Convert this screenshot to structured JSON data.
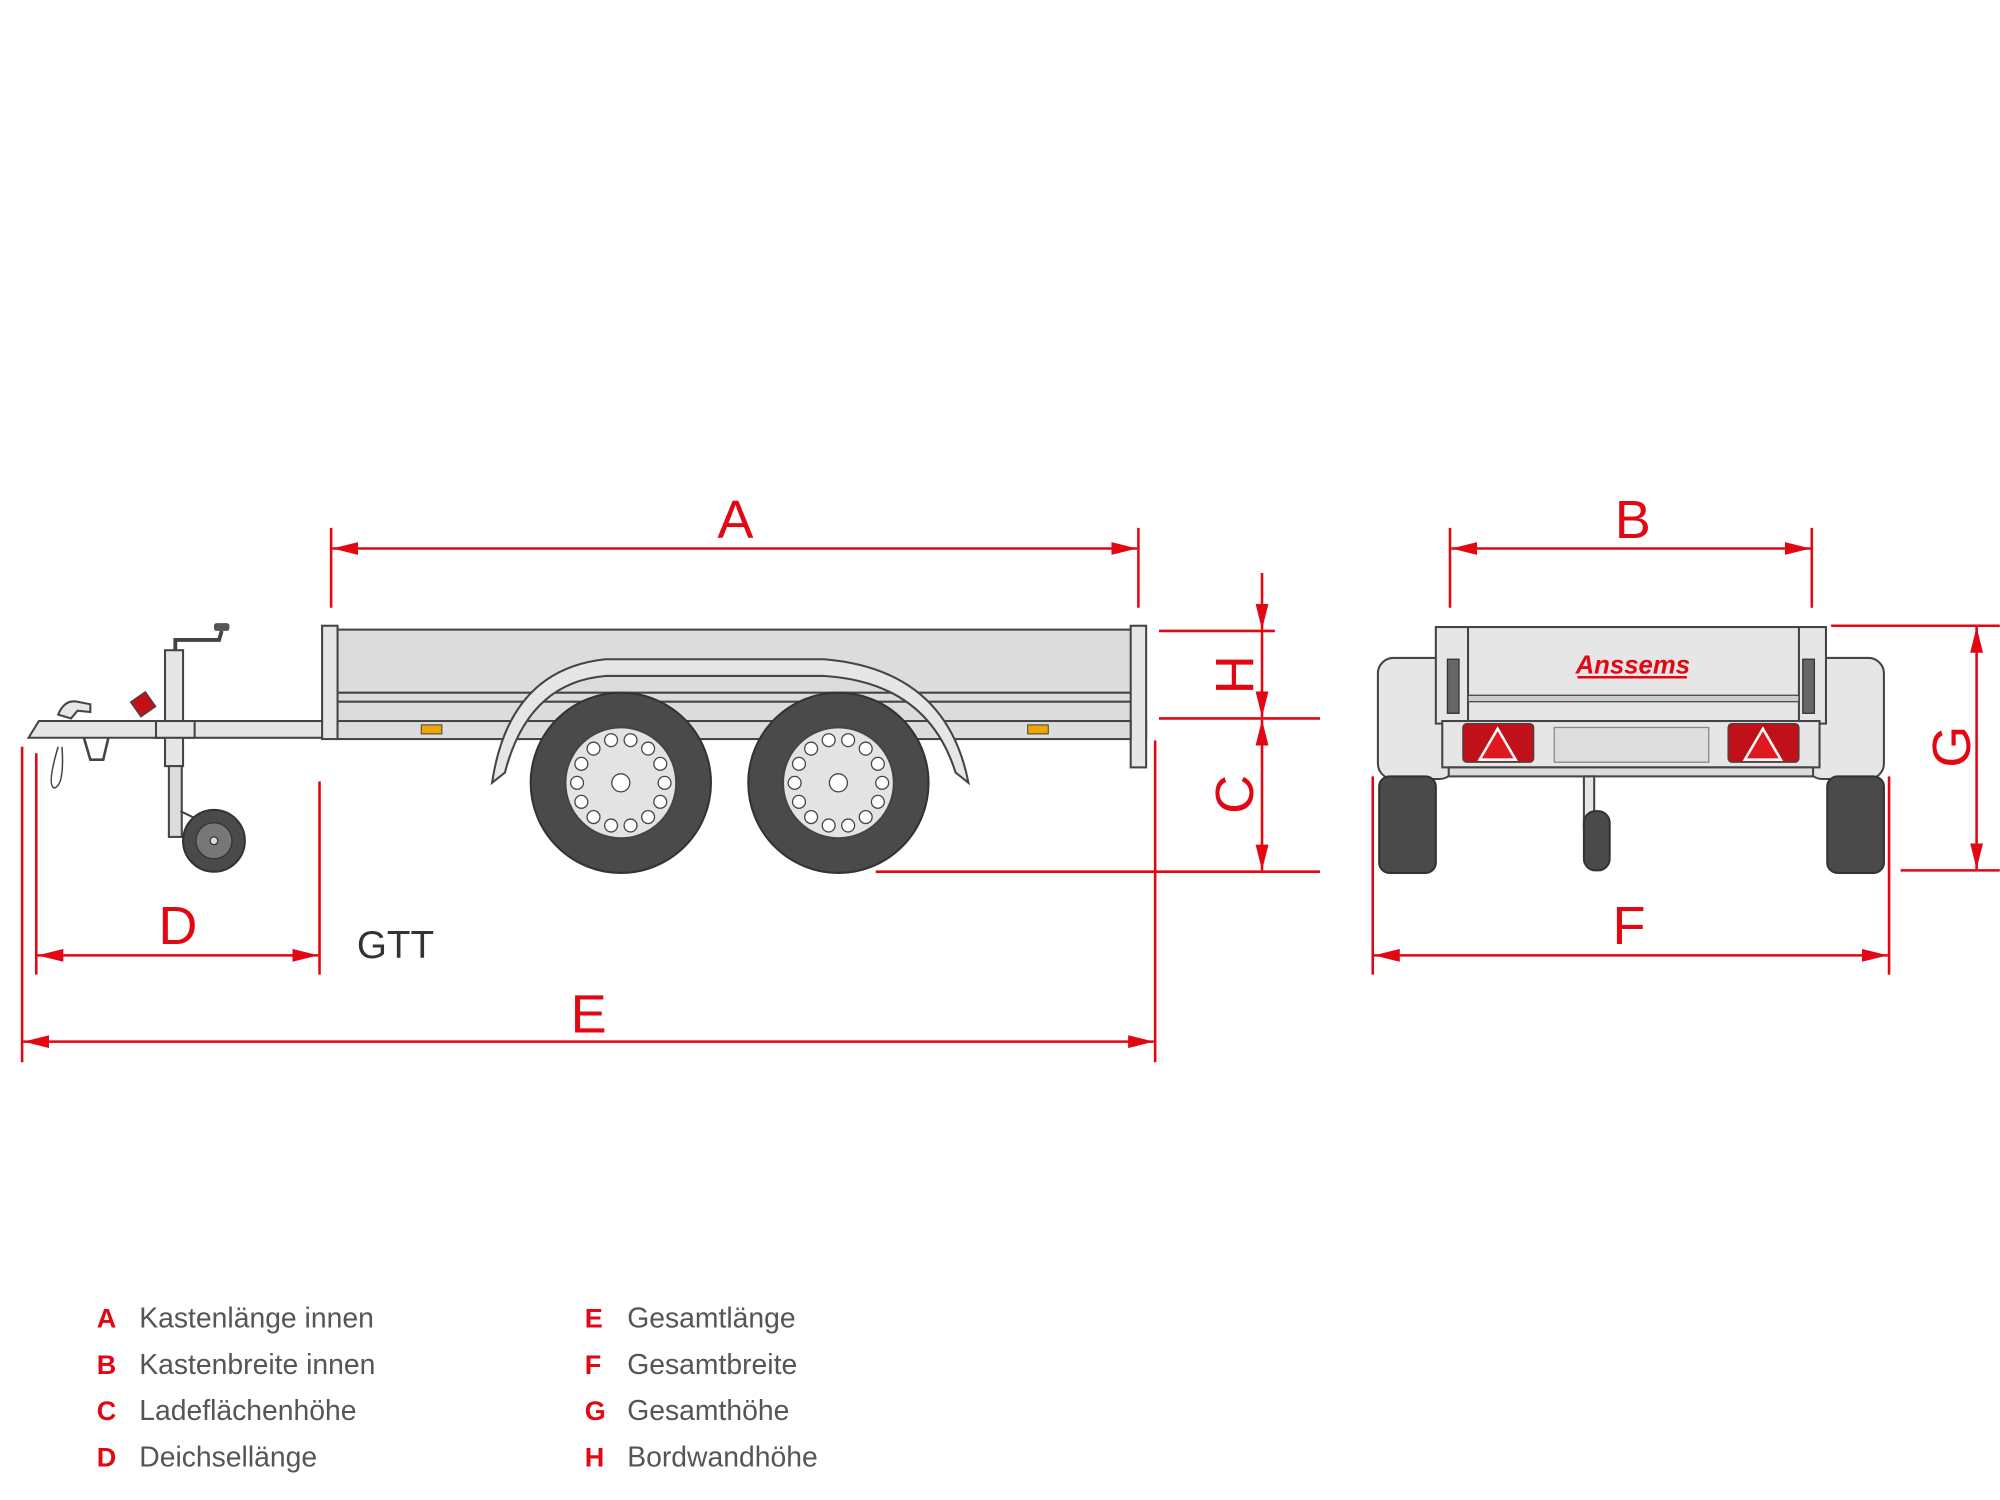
{
  "model": "GTT",
  "brand_logo": "Anssems",
  "dimension_labels": {
    "A": "A",
    "B": "B",
    "C": "C",
    "D": "D",
    "E": "E",
    "F": "F",
    "G": "G",
    "H": "H"
  },
  "legend": [
    {
      "letter": "A",
      "text": "Kastenlänge innen"
    },
    {
      "letter": "B",
      "text": "Kastenbreite innen"
    },
    {
      "letter": "C",
      "text": "Ladeflächenhöhe"
    },
    {
      "letter": "D",
      "text": "Deichsellänge"
    },
    {
      "letter": "E",
      "text": "Gesamtlänge"
    },
    {
      "letter": "F",
      "text": "Gesamtbreite"
    },
    {
      "letter": "G",
      "text": "Gesamthöhe"
    },
    {
      "letter": "H",
      "text": "Bordwandhöhe"
    }
  ],
  "colors": {
    "accent": "#e30613",
    "reflector": "#f0a500",
    "tire": "#4a4a4a",
    "body": "#dcdcdc"
  }
}
